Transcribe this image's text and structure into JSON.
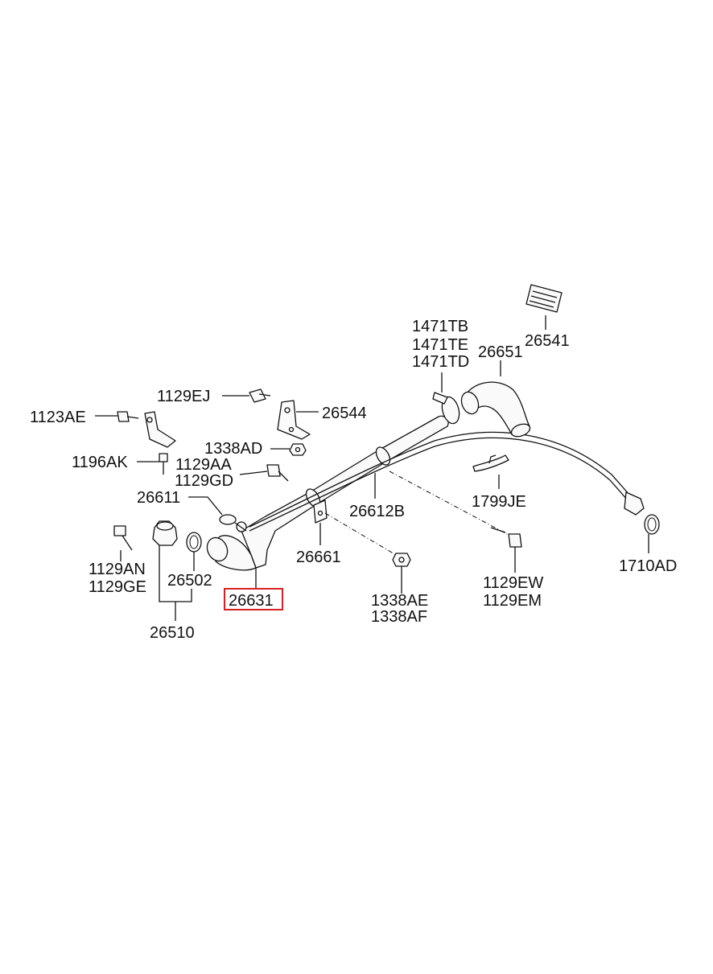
{
  "callouts": {
    "c1471TB": "1471TB",
    "c1471TE": "1471TE",
    "c1471TD": "1471TD",
    "c26651": "26651",
    "c26541": "26541",
    "c1129EJ": "1129EJ",
    "c26544": "26544",
    "c1123AE": "1123AE",
    "c1338AD": "1338AD",
    "c1196AK": "1196AK",
    "c1129AA": "1129AA",
    "c1129GD": "1129GD",
    "c26611": "26611",
    "c26612B": "26612B",
    "c1799JE": "1799JE",
    "c1129AN": "1129AN",
    "c1129GE": "1129GE",
    "c26502": "26502",
    "c26661": "26661",
    "c1710AD": "1710AD",
    "c26631": "26631",
    "c1338AE": "1338AE",
    "c1338AF": "1338AF",
    "c1129EW": "1129EW",
    "c1129EM": "1129EM",
    "c26510": "26510"
  },
  "highlight": {
    "part": "26631",
    "color": "#d92020"
  }
}
